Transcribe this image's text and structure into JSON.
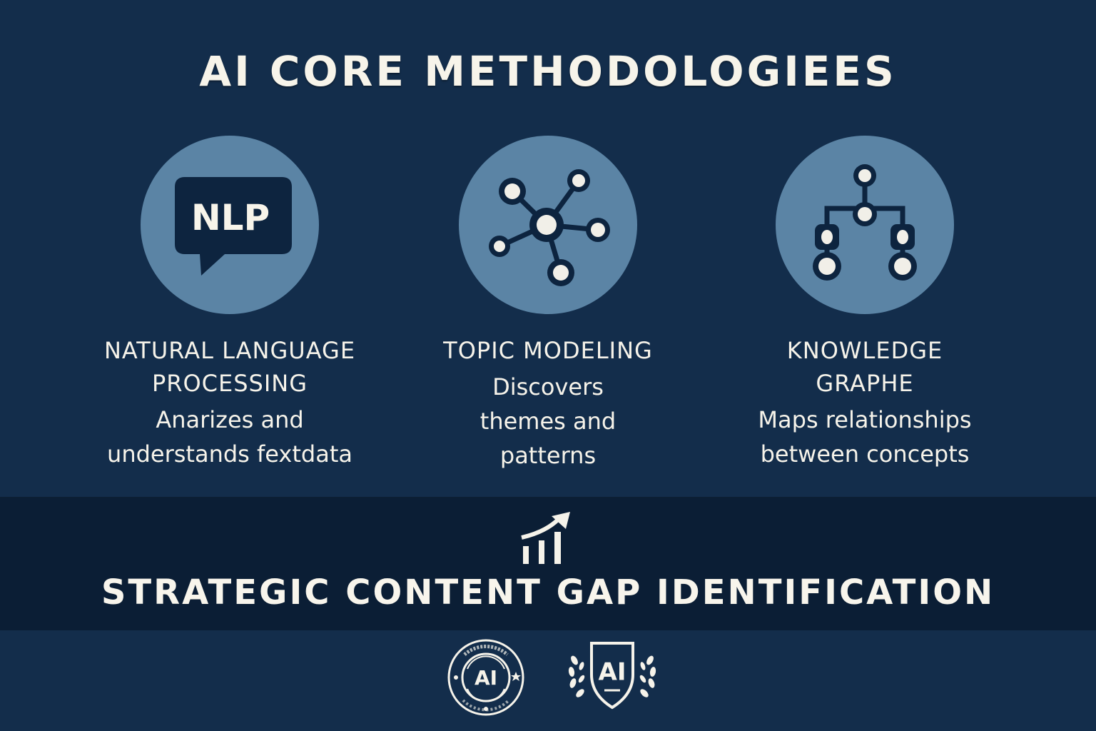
{
  "title": "AI CORE METHODOLOGIEES",
  "colors": {
    "background": "#132d4b",
    "band": "#0b1e35",
    "circle": "#5b84a5",
    "icon_dark": "#0d243f",
    "text": "#f6f3ea"
  },
  "methodologies": [
    {
      "icon": "nlp-speech-bubble-icon",
      "icon_label": "NLP",
      "heading_lines": [
        "NATURAL LANGUAGE",
        "PROCESSING"
      ],
      "description_lines": [
        "Anarizes and",
        "understands fextdata"
      ]
    },
    {
      "icon": "network-nodes-icon",
      "heading_lines": [
        "TOPIC MODELING"
      ],
      "description_lines": [
        "Discovers",
        "themes and",
        "patterns"
      ]
    },
    {
      "icon": "hierarchy-graph-icon",
      "heading_lines": [
        "KNOWLEDGE",
        "GRAPHE"
      ],
      "description_lines": [
        "Maps relationships",
        "between concepts"
      ]
    }
  ],
  "banner": {
    "icon": "growth-chart-icon",
    "title": "STRATEGIC CONTENT GAP IDENTIFICATION"
  },
  "badges": [
    {
      "icon": "ai-seal-badge-icon",
      "label": "AI"
    },
    {
      "icon": "ai-shield-laurel-badge-icon",
      "label": "AI"
    }
  ]
}
